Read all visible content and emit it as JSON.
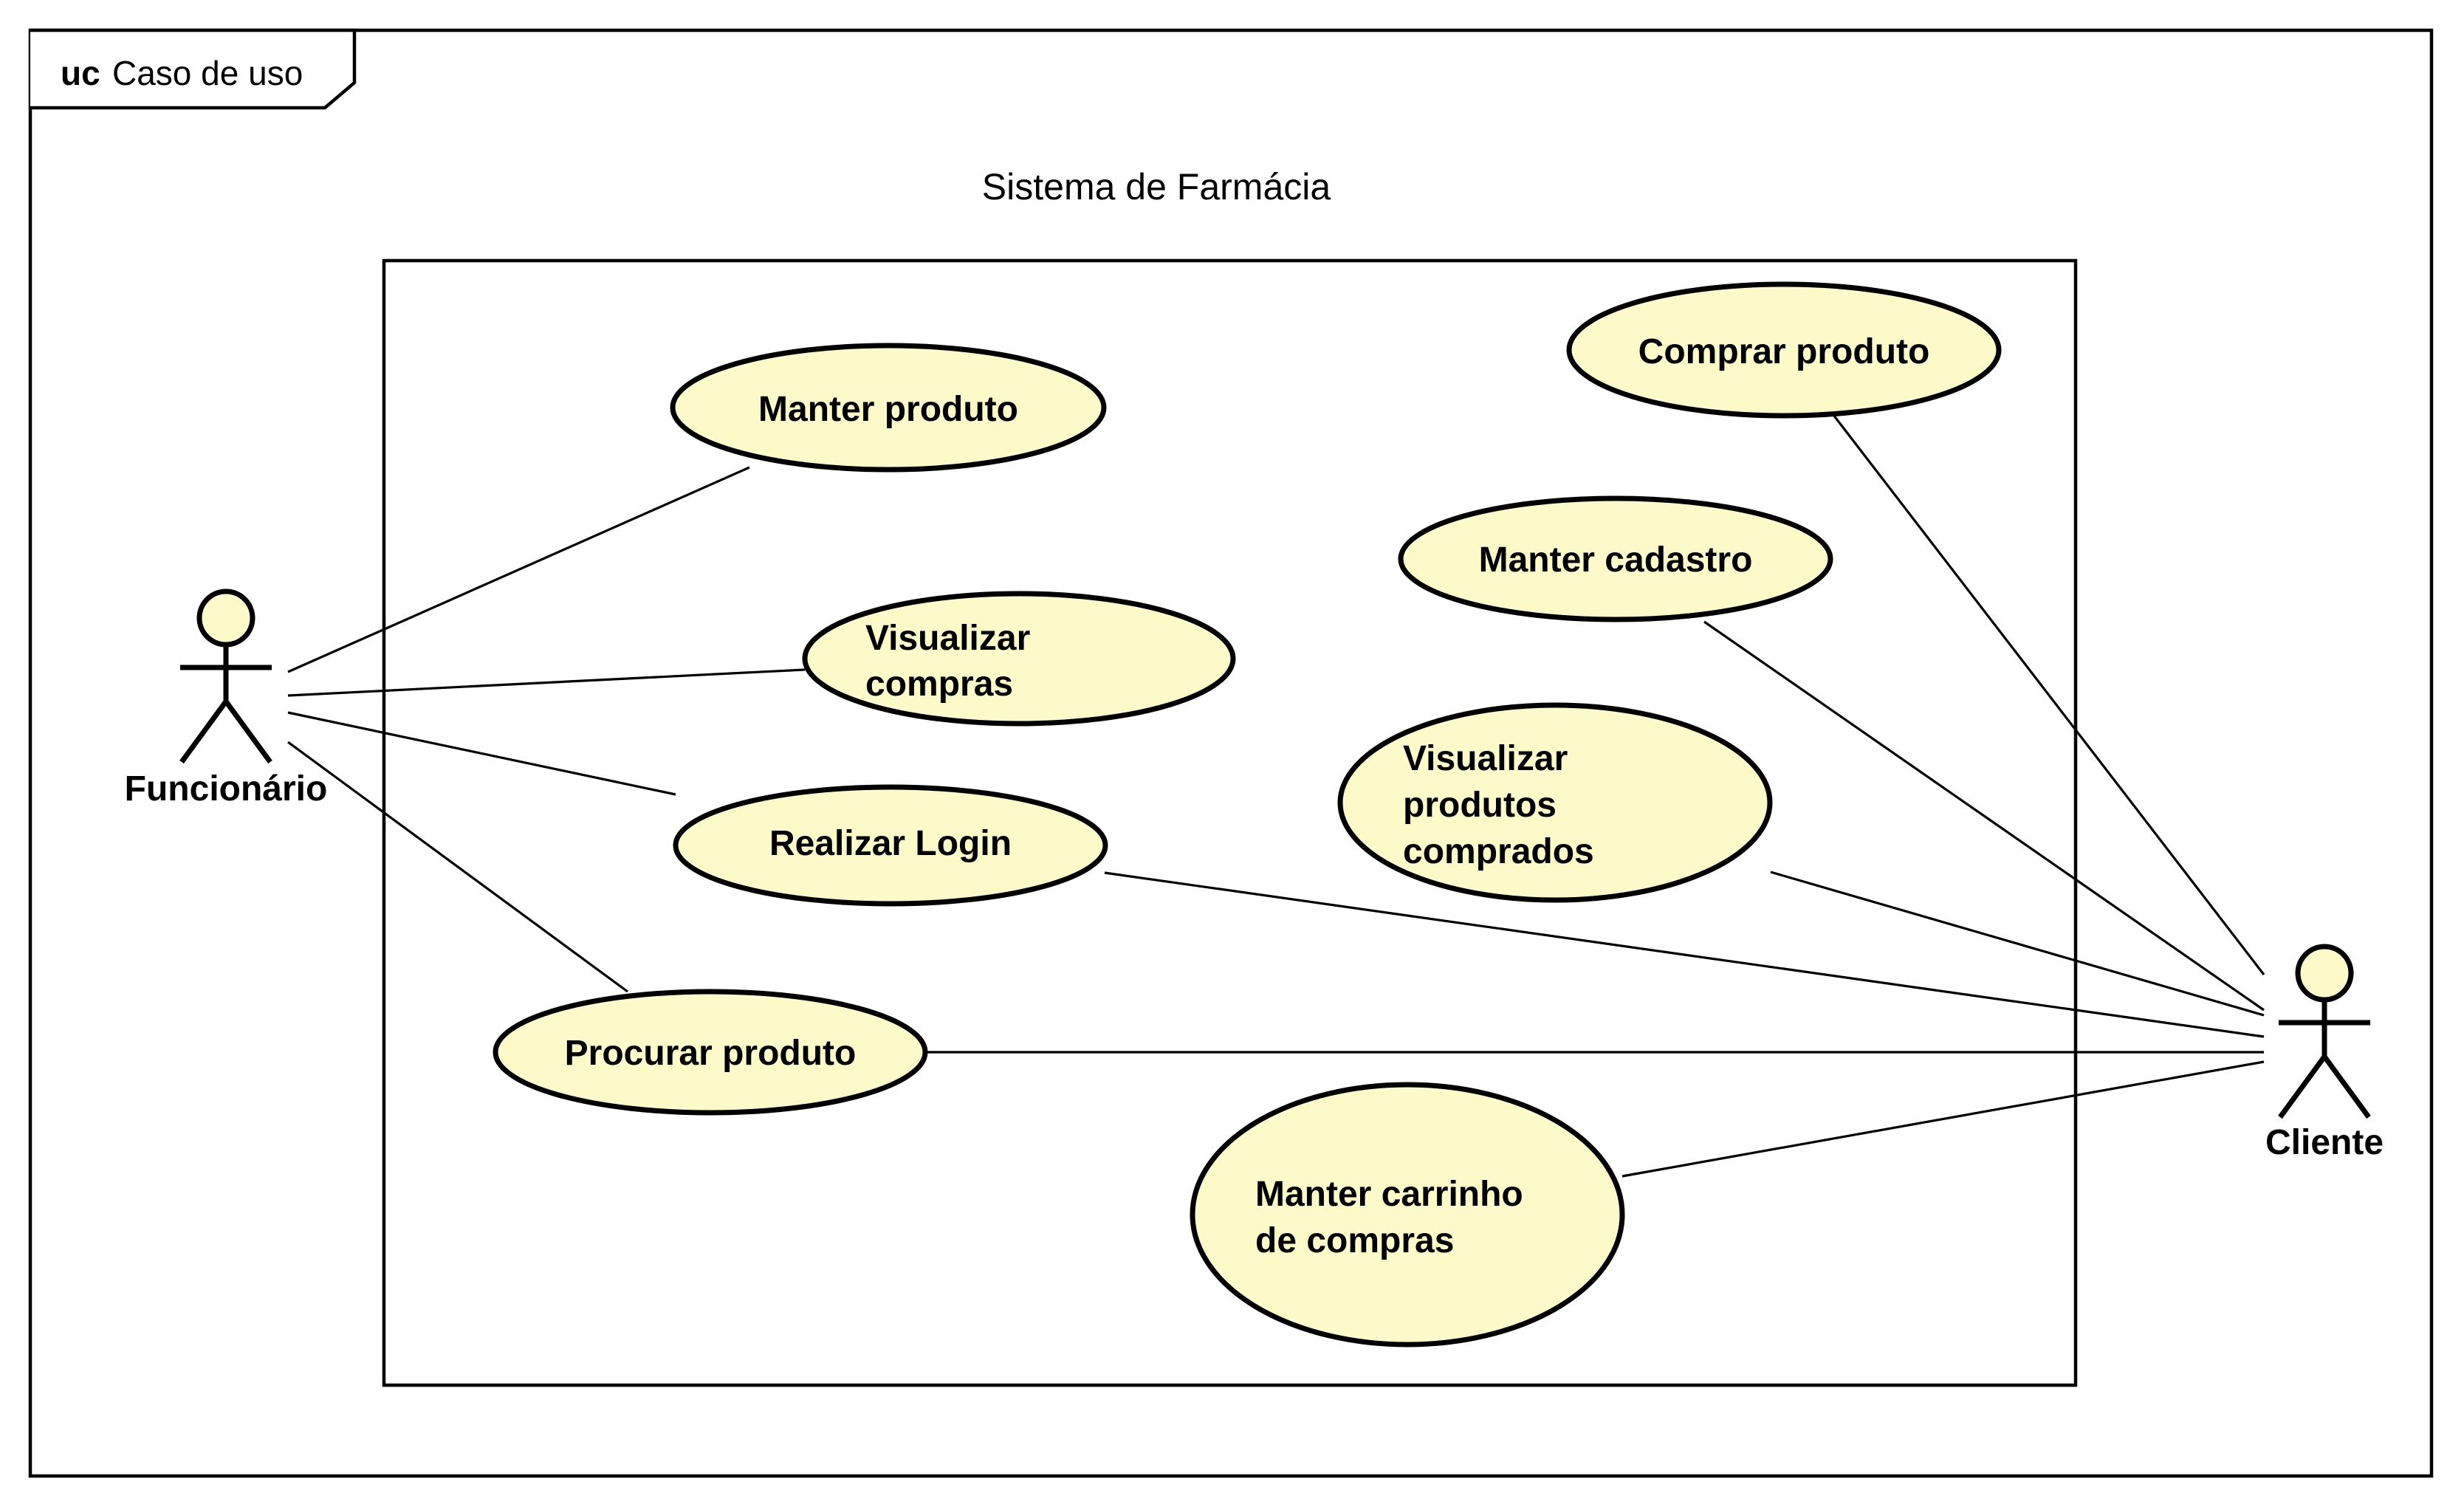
{
  "frame": {
    "keyword": "uc",
    "name": "Caso de uso"
  },
  "system": {
    "title": "Sistema de Farmácia"
  },
  "actors": [
    {
      "id": "funcionario",
      "label": "Funcionário"
    },
    {
      "id": "cliente",
      "label": "Cliente"
    }
  ],
  "use_cases": [
    {
      "id": "manter-produto",
      "lines": [
        "Manter produto"
      ]
    },
    {
      "id": "visualizar-compras",
      "lines": [
        "Visualizar",
        "compras"
      ]
    },
    {
      "id": "realizar-login",
      "lines": [
        "Realizar Login"
      ]
    },
    {
      "id": "procurar-produto",
      "lines": [
        "Procurar produto"
      ]
    },
    {
      "id": "comprar-produto",
      "lines": [
        "Comprar produto"
      ]
    },
    {
      "id": "manter-cadastro",
      "lines": [
        "Manter cadastro"
      ]
    },
    {
      "id": "visualizar-produtos-comprados",
      "lines": [
        "Visualizar",
        "produtos",
        "comprados"
      ]
    },
    {
      "id": "manter-carrinho",
      "lines": [
        "Manter carrinho",
        "de compras"
      ]
    }
  ],
  "associations": [
    {
      "actor": "funcionario",
      "use_case": "manter-produto"
    },
    {
      "actor": "funcionario",
      "use_case": "visualizar-compras"
    },
    {
      "actor": "funcionario",
      "use_case": "realizar-login"
    },
    {
      "actor": "funcionario",
      "use_case": "procurar-produto"
    },
    {
      "actor": "cliente",
      "use_case": "comprar-produto"
    },
    {
      "actor": "cliente",
      "use_case": "manter-cadastro"
    },
    {
      "actor": "cliente",
      "use_case": "visualizar-produtos-comprados"
    },
    {
      "actor": "cliente",
      "use_case": "realizar-login"
    },
    {
      "actor": "cliente",
      "use_case": "procurar-produto"
    },
    {
      "actor": "cliente",
      "use_case": "manter-carrinho"
    }
  ],
  "colors": {
    "element_fill": "#fcfac9",
    "line": "#000000",
    "background": "#ffffff"
  }
}
